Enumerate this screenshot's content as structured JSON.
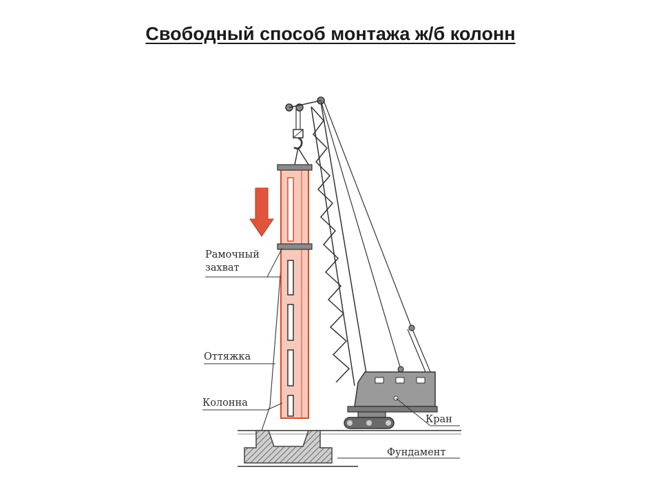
{
  "title": "Свободный способ монтажа ж/б колонн",
  "labels": {
    "frame_grip_line1": "Рамочный",
    "frame_grip_line2": "захват",
    "guy_rope": "Оттяжка",
    "column": "Колонна",
    "crane": "Кран",
    "foundation": "Фундамент"
  },
  "colors": {
    "column_fill": "#f2b8a8",
    "column_stroke": "#e04a2a",
    "arrow_fill": "#e0553a",
    "crane_body": "#9a9a9a",
    "foundation_hatch": "#7a7a7a",
    "line": "#333333"
  }
}
